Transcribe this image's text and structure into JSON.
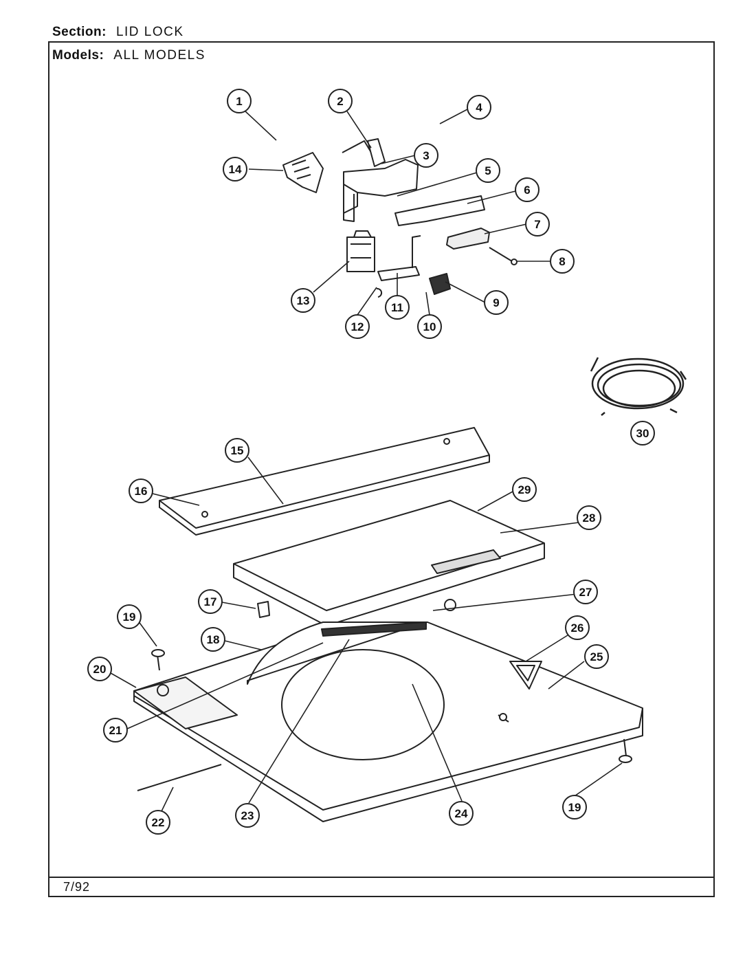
{
  "header": {
    "section_label": "Section:",
    "section_value": "LID LOCK",
    "models_label": "Models:",
    "models_value": "ALL MODELS"
  },
  "footer": {
    "date": "7/92"
  },
  "callouts": [
    "1",
    "2",
    "3",
    "4",
    "5",
    "6",
    "7",
    "8",
    "9",
    "10",
    "11",
    "12",
    "13",
    "14",
    "15",
    "16",
    "17",
    "18",
    "19",
    "20",
    "21",
    "22",
    "23",
    "24",
    "25",
    "26",
    "27",
    "28",
    "29",
    "30",
    "19"
  ]
}
